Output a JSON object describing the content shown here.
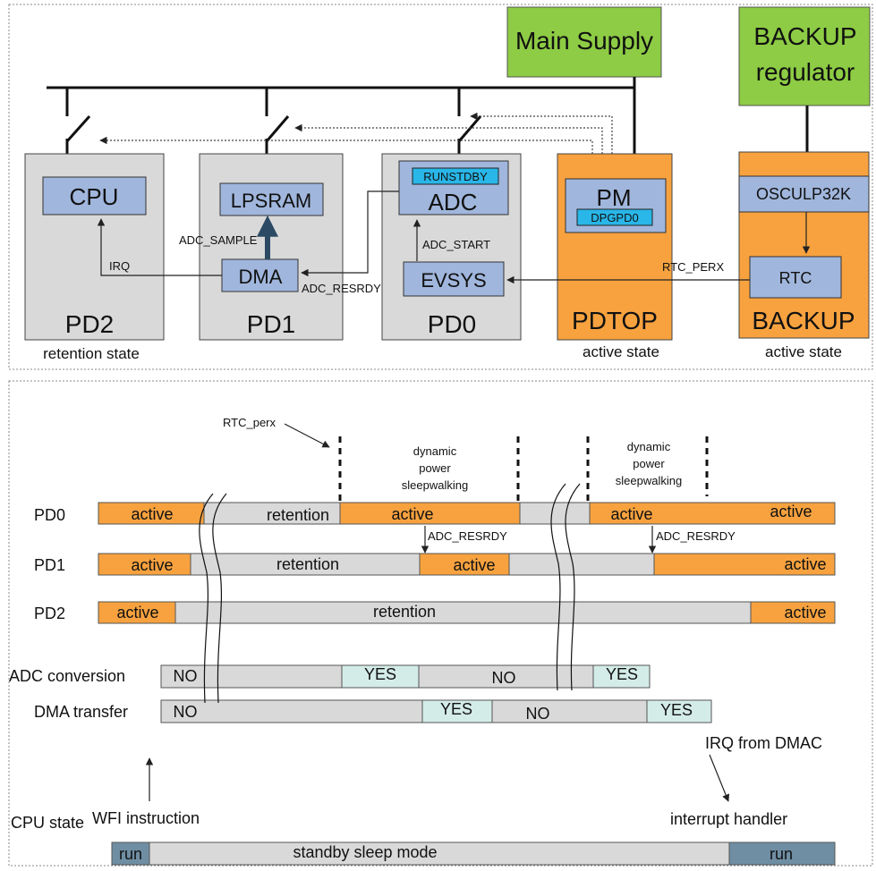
{
  "colors": {
    "active": "#f7a23f",
    "retention": "#d9d9d9",
    "yes": "#d4ece8",
    "supply": "#8dcc44",
    "block": "#a0b6dc",
    "flag": "#29b6e8",
    "domain": "#d9d9d9",
    "cpu_run": "#6f8ea3"
  },
  "top": {
    "main_supply": "Main Supply",
    "backup_regulator": [
      "BACKUP",
      "regulator"
    ],
    "domains": {
      "pd2": {
        "label": "PD2",
        "state": "retention state",
        "block": "CPU"
      },
      "pd1": {
        "label": "PD1",
        "blocks": [
          "LPSRAM",
          "DMA"
        ]
      },
      "pd0": {
        "label": "PD0",
        "blocks": [
          "ADC",
          "EVSYS"
        ],
        "flag": "RUNSTDBY"
      },
      "pdtop": {
        "label": "PDTOP",
        "state": "active state",
        "block": "PM",
        "flag": "DPGPD0"
      },
      "backup": {
        "label": "BACKUP",
        "state": "active state",
        "blocks": [
          "OSCULP32K",
          "RTC"
        ]
      }
    },
    "signals": {
      "irq": "IRQ",
      "adc_sample": "ADC_SAMPLE",
      "adc_resrdy": "ADC_RESRDY",
      "adc_start": "ADC_START",
      "rtc_perx": "RTC_PERX"
    }
  },
  "timing": {
    "rtc_perx_label": "RTC_perx",
    "dynamic_label": [
      "dynamic",
      "power",
      "sleepwalking"
    ],
    "adc_resrdy": "ADC_RESRDY",
    "rows": {
      "pd0": "PD0",
      "pd1": "PD1",
      "pd2": "PD2",
      "adc": "ADC conversion",
      "dma": "DMA transfer",
      "cpu": "CPU state"
    },
    "state_text": {
      "active": "active",
      "retention": "retention",
      "no": "NO",
      "yes": "YES",
      "run": "run",
      "standby": "standby sleep mode"
    },
    "wfi": "WFI instruction",
    "irq_dmac": "IRQ from DMAC",
    "interrupt_handler": "interrupt handler"
  }
}
